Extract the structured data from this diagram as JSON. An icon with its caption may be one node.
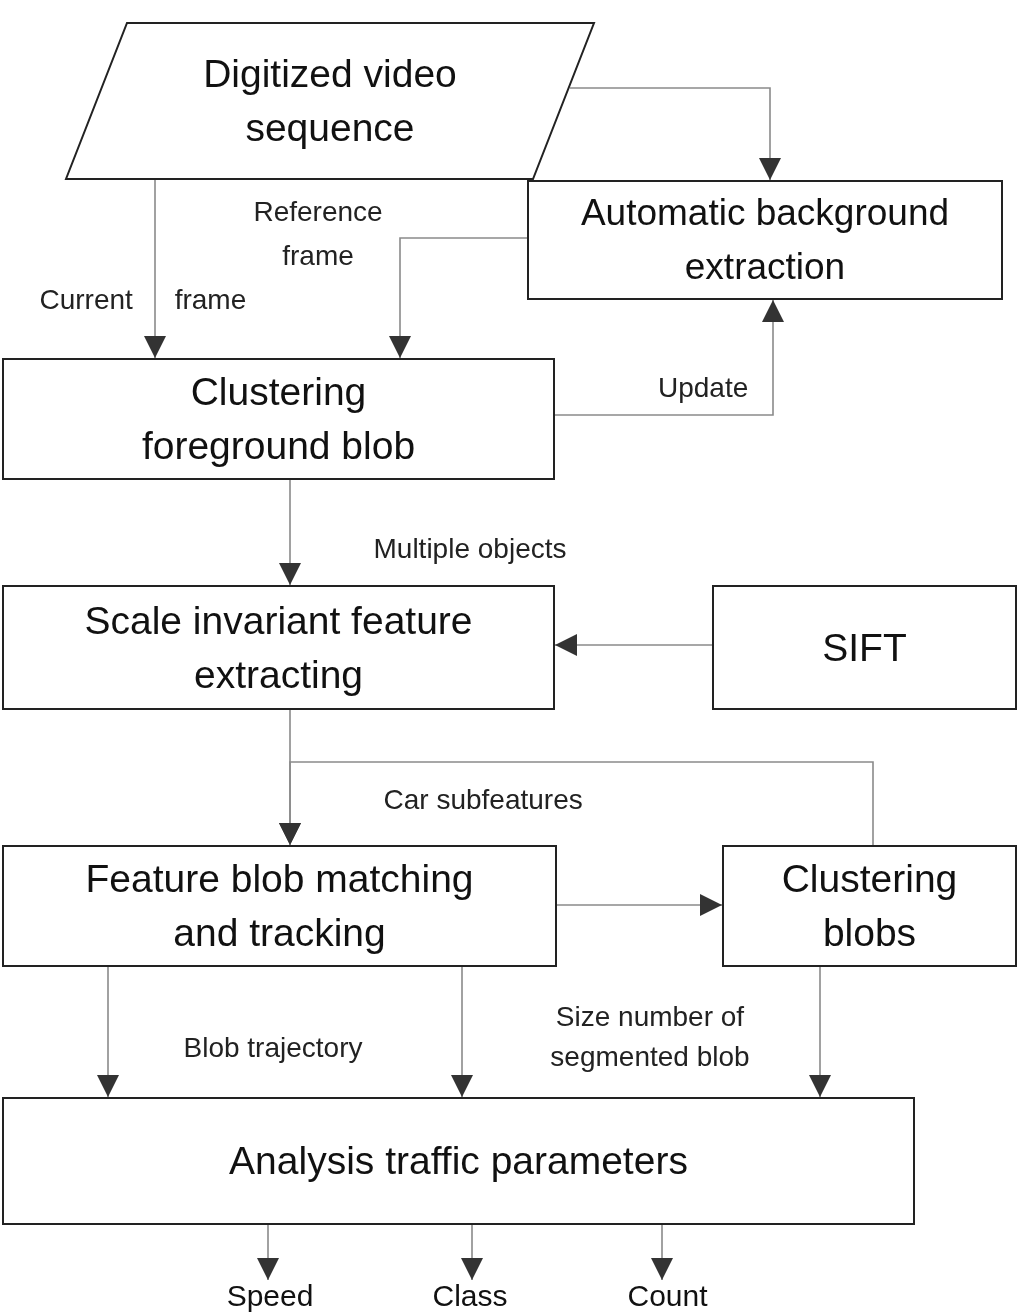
{
  "diagram": {
    "nodes": [
      {
        "text": [
          "Digitized video sequence"
        ]
      },
      {
        "text": [
          "Automatic background extraction"
        ]
      },
      {
        "text": [
          "Clustering foreground blob"
        ]
      },
      {
        "text": [
          "Scale invariant feature extracting"
        ]
      },
      {
        "text": [
          "SIFT"
        ]
      },
      {
        "text": [
          "Feature blob matching and tracking"
        ]
      },
      {
        "text": [
          "Clustering blobs"
        ]
      },
      {
        "text": [
          "Analysis traffic parameters"
        ]
      },
      {
        "text": [
          "Speed"
        ]
      },
      {
        "text": [
          "Class"
        ]
      },
      {
        "text": [
          "Count"
        ]
      }
    ],
    "edges": [
      {
        "from": 0,
        "to": 1,
        "arrow": "to"
      },
      {
        "from": 0,
        "to": 2,
        "arrow": "to",
        "label": "Current frame"
      },
      {
        "from": 1,
        "to": 2,
        "arrow": "to",
        "label": "Reference frame"
      },
      {
        "from": 2,
        "to": 1,
        "arrow": "to",
        "label": "Update"
      },
      {
        "from": 2,
        "to": 3,
        "arrow": "to",
        "label": "Multiple objects"
      },
      {
        "from": 4,
        "to": 3,
        "arrow": "to"
      },
      {
        "from": 3,
        "to": 5,
        "arrow": "to"
      },
      {
        "from": 6,
        "to": 5,
        "arrow": "to",
        "label": "Car subfeatures"
      },
      {
        "from": 5,
        "to": 6,
        "arrow": "to"
      },
      {
        "from": 5,
        "to": 7,
        "arrow": "to",
        "label": "Blob trajectory"
      },
      {
        "from": 5,
        "to": 7,
        "arrow": "to"
      },
      {
        "from": 6,
        "to": 7,
        "arrow": "to",
        "label": "Size number of segmented blob"
      },
      {
        "from": 7,
        "to": 8,
        "arrow": "to"
      },
      {
        "from": 7,
        "to": 9,
        "arrow": "to"
      },
      {
        "from": 7,
        "to": 10,
        "arrow": "to"
      }
    ]
  }
}
